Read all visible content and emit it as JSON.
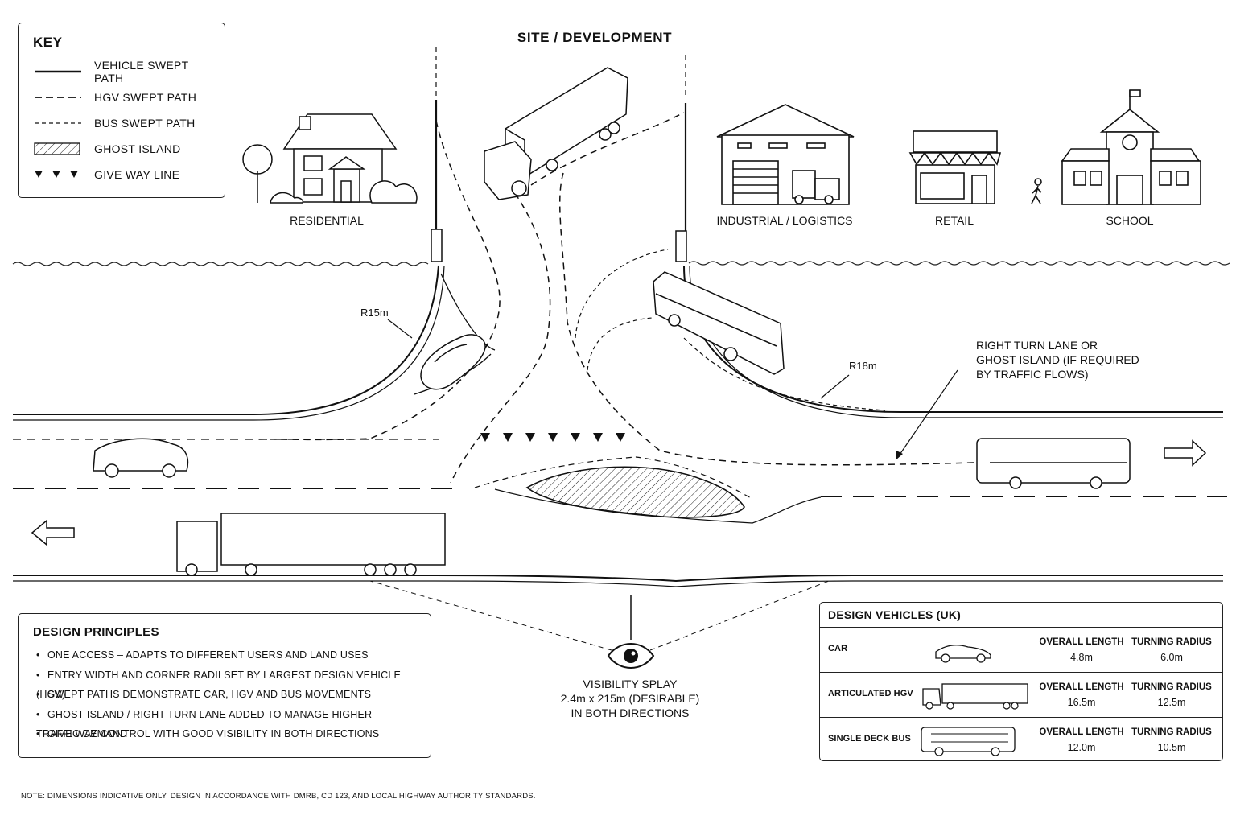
{
  "title": "SITE / DEVELOPMENT",
  "land_uses": [
    {
      "label": "RESIDENTIAL"
    },
    {
      "label": "INDUSTRIAL / LOGISTICS"
    },
    {
      "label": "RETAIL"
    },
    {
      "label": "SCHOOL"
    }
  ],
  "key": {
    "title": "KEY",
    "items": [
      {
        "symbol": "solid-line",
        "label": "VEHICLE SWEPT PATH"
      },
      {
        "symbol": "dashed-line",
        "label": "HGV SWEPT PATH"
      },
      {
        "symbol": "short-dashed-line",
        "label": "BUS SWEPT PATH"
      },
      {
        "symbol": "hatched-box",
        "label": "GHOST ISLAND"
      },
      {
        "symbol": "triangles",
        "label": "GIVE WAY LINE"
      }
    ]
  },
  "annotations": {
    "radius_left": "R15m",
    "radius_right": "R18m",
    "ghost_island_note": [
      "RIGHT TURN LANE OR",
      "GHOST ISLAND (IF REQUIRED",
      "BY TRAFFIC FLOWS)"
    ],
    "visibility": [
      "VISIBILITY SPLAY",
      "2.4m x 215m (DESIRABLE)",
      "IN BOTH DIRECTIONS"
    ]
  },
  "design_principles": {
    "title": "DESIGN PRINCIPLES",
    "items": [
      "ONE ACCESS – ADAPTS TO DIFFERENT USERS AND LAND USES",
      "ENTRY WIDTH AND CORNER RADII SET BY LARGEST DESIGN VEHICLE (HGV)",
      "SWEPT PATHS DEMONSTRATE CAR, HGV AND BUS MOVEMENTS",
      "GHOST ISLAND / RIGHT TURN LANE ADDED TO MANAGE HIGHER TRAFFIC DEMAND",
      "GIVE WAY CONTROL WITH GOOD VISIBILITY IN BOTH DIRECTIONS"
    ]
  },
  "design_vehicles": {
    "title": "DESIGN VEHICLES (UK)",
    "length_header": "OVERALL LENGTH",
    "radius_header": "TURNING RADIUS",
    "rows": [
      {
        "name": "CAR",
        "length": "4.8m",
        "radius": "6.0m",
        "icon": "car-icon"
      },
      {
        "name": "ARTICULATED HGV",
        "length": "16.5m",
        "radius": "12.5m",
        "icon": "hgv-icon"
      },
      {
        "name": "SINGLE DECK BUS",
        "length": "12.0m",
        "radius": "10.5m",
        "icon": "bus-icon"
      }
    ]
  },
  "footnote": "NOTE: DIMENSIONS INDICATIVE ONLY. DESIGN IN ACCORDANCE WITH DMRB, CD 123, AND LOCAL HIGHWAY AUTHORITY STANDARDS."
}
